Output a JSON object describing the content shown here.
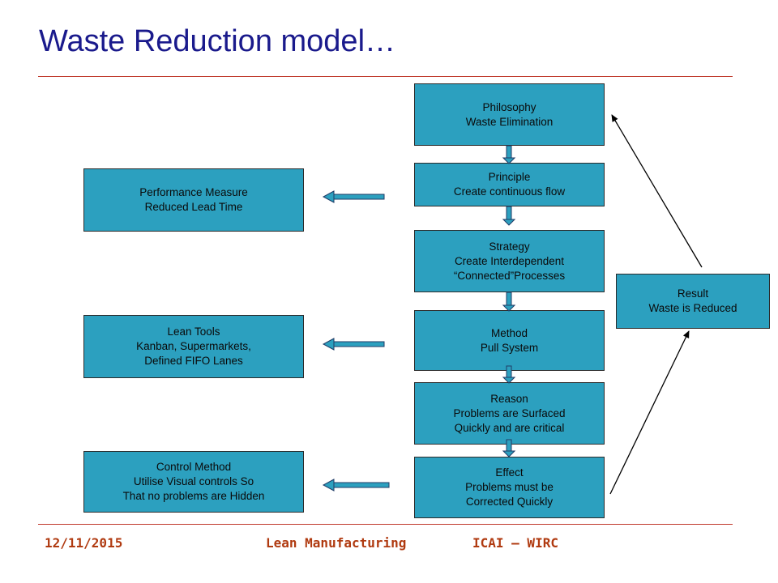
{
  "slide": {
    "title": "Waste Reduction model…"
  },
  "center_boxes": {
    "philosophy": "Philosophy\nWaste Elimination",
    "principle": "Principle\nCreate continuous flow",
    "strategy": "Strategy\nCreate Interdependent\n“Connected”Processes",
    "method": "Method\nPull System",
    "reason": "Reason\nProblems are Surfaced\nQuickly and are critical",
    "effect": "Effect\nProblems must be\nCorrected Quickly"
  },
  "left_boxes": {
    "performance": "Performance Measure\nReduced Lead Time",
    "tools": "Lean Tools\nKanban, Supermarkets,\nDefined FIFO Lanes",
    "control": "Control Method\nUtilise Visual controls So\nThat no problems are Hidden"
  },
  "right_box": {
    "result": "Result\nWaste is Reduced"
  },
  "footer": {
    "date": "12/11/2015",
    "topic": "Lean Manufacturing",
    "org": "ICAI – WIRC"
  },
  "colors": {
    "box_fill": "#2ca0bf",
    "title": "#1a1a8c",
    "rule": "#c0392b",
    "footer": "#b03a10"
  }
}
